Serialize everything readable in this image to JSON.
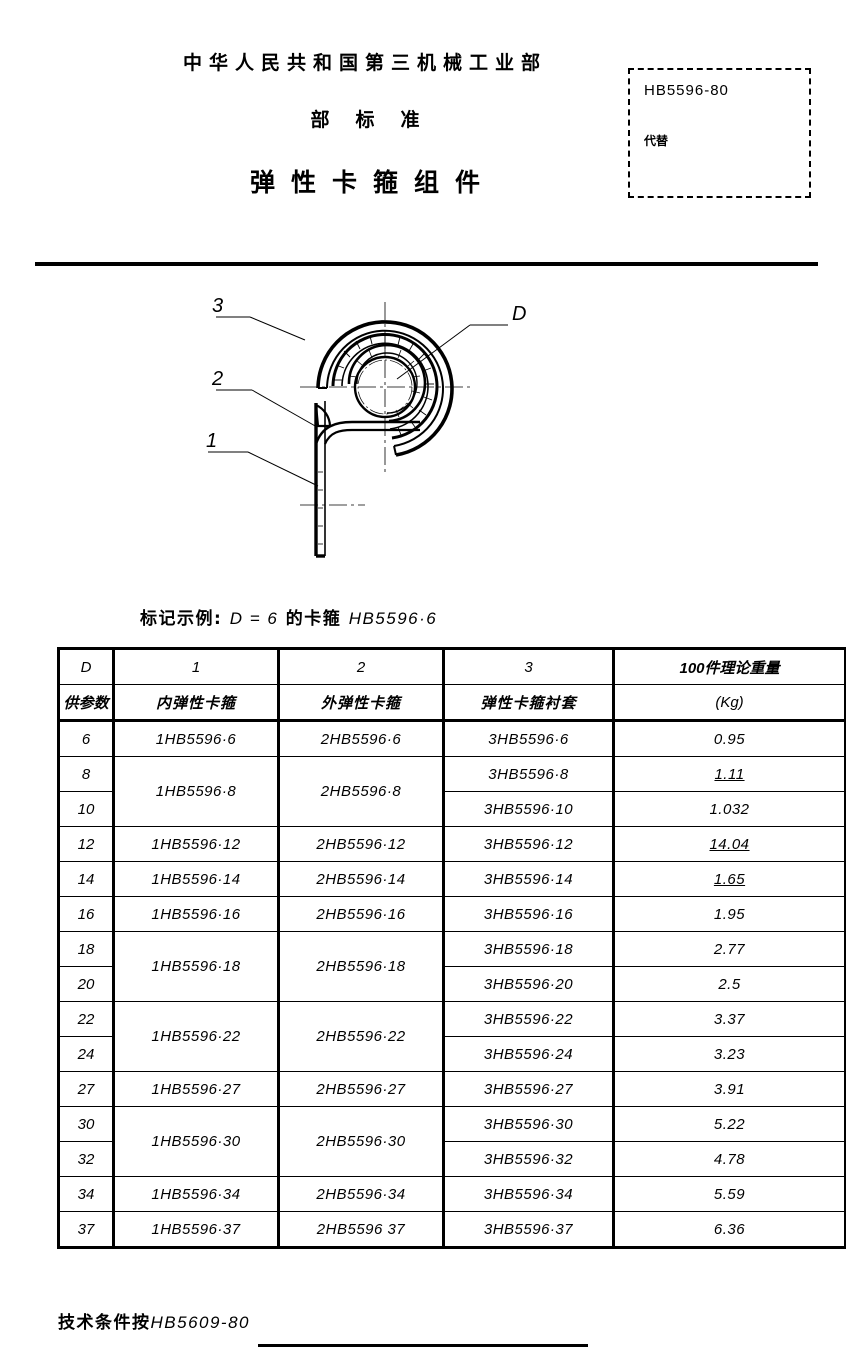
{
  "header": {
    "ministry": "中华人民共和国第三机械工业部",
    "standard_word": "部标准",
    "doc_title": "弹性卡箍组件",
    "code_box": {
      "number": "HB5596-80",
      "replaces_label": "代替"
    }
  },
  "figure": {
    "callout_3": "3",
    "callout_2": "2",
    "callout_1": "1",
    "dimension_D": "D"
  },
  "marking": {
    "prefix": "标记示例:",
    "formula": "D = 6",
    "middle": "的卡箍",
    "designation": "HB5596·6"
  },
  "table": {
    "header_row1": {
      "d": "D",
      "c1": "1",
      "c2": "2",
      "c3": "3",
      "weight": "100件理论重量"
    },
    "header_row2": {
      "d": "供参数",
      "c1": "内弹性卡箍",
      "c2": "外弹性卡箍",
      "c3": "弹性卡箍衬套",
      "weight": "(Kg)"
    },
    "rows": [
      {
        "d": "6",
        "c1": "1HB5596·6",
        "c2": "2HB5596·6",
        "c3": "3HB5596·6",
        "w": "0.95",
        "c1_span": 1,
        "c2_span": 1,
        "w_underline": false
      },
      {
        "d": "8",
        "c1": "1HB5596·8",
        "c2": "2HB5596·8",
        "c3": "3HB5596·8",
        "w": "1.11",
        "c1_span": 2,
        "c2_span": 2,
        "w_underline": true
      },
      {
        "d": "10",
        "c1": "",
        "c2": "",
        "c3": "3HB5596·10",
        "w": "1.032",
        "c1_span": 0,
        "c2_span": 0,
        "w_underline": false
      },
      {
        "d": "12",
        "c1": "1HB5596·12",
        "c2": "2HB5596·12",
        "c3": "3HB5596·12",
        "w": "14.04",
        "c1_span": 1,
        "c2_span": 1,
        "w_underline": true
      },
      {
        "d": "14",
        "c1": "1HB5596·14",
        "c2": "2HB5596·14",
        "c3": "3HB5596·14",
        "w": "1.65",
        "c1_span": 1,
        "c2_span": 1,
        "w_underline": true
      },
      {
        "d": "16",
        "c1": "1HB5596·16",
        "c2": "2HB5596·16",
        "c3": "3HB5596·16",
        "w": "1.95",
        "c1_span": 1,
        "c2_span": 1,
        "w_underline": false
      },
      {
        "d": "18",
        "c1": "1HB5596·18",
        "c2": "2HB5596·18",
        "c3": "3HB5596·18",
        "w": "2.77",
        "c1_span": 2,
        "c2_span": 2,
        "w_underline": false
      },
      {
        "d": "20",
        "c1": "",
        "c2": "",
        "c3": "3HB5596·20",
        "w": "2.5",
        "c1_span": 0,
        "c2_span": 0,
        "w_underline": false
      },
      {
        "d": "22",
        "c1": "1HB5596·22",
        "c2": "2HB5596·22",
        "c3": "3HB5596·22",
        "w": "3.37",
        "c1_span": 2,
        "c2_span": 2,
        "w_underline": false
      },
      {
        "d": "24",
        "c1": "",
        "c2": "",
        "c3": "3HB5596·24",
        "w": "3.23",
        "c1_span": 0,
        "c2_span": 0,
        "w_underline": false
      },
      {
        "d": "27",
        "c1": "1HB5596·27",
        "c2": "2HB5596·27",
        "c3": "3HB5596·27",
        "w": "3.91",
        "c1_span": 1,
        "c2_span": 1,
        "w_underline": false
      },
      {
        "d": "30",
        "c1": "1HB5596·30",
        "c2": "2HB5596·30",
        "c3": "3HB5596·30",
        "w": "5.22",
        "c1_span": 2,
        "c2_span": 2,
        "w_underline": false
      },
      {
        "d": "32",
        "c1": "",
        "c2": "",
        "c3": "3HB5596·32",
        "w": "4.78",
        "c1_span": 0,
        "c2_span": 0,
        "w_underline": false
      },
      {
        "d": "34",
        "c1": "1HB5596·34",
        "c2": "2HB5596·34",
        "c3": "3HB5596·34",
        "w": "5.59",
        "c1_span": 1,
        "c2_span": 1,
        "w_underline": false
      },
      {
        "d": "37",
        "c1": "1HB5596·37",
        "c2": "2HB5596 37",
        "c3": "3HB5596·37",
        "w": "6.36",
        "c1_span": 1,
        "c2_span": 1,
        "w_underline": false
      }
    ]
  },
  "footer": {
    "note_cn": "技术条件按",
    "note_code": "HB5609-80"
  }
}
